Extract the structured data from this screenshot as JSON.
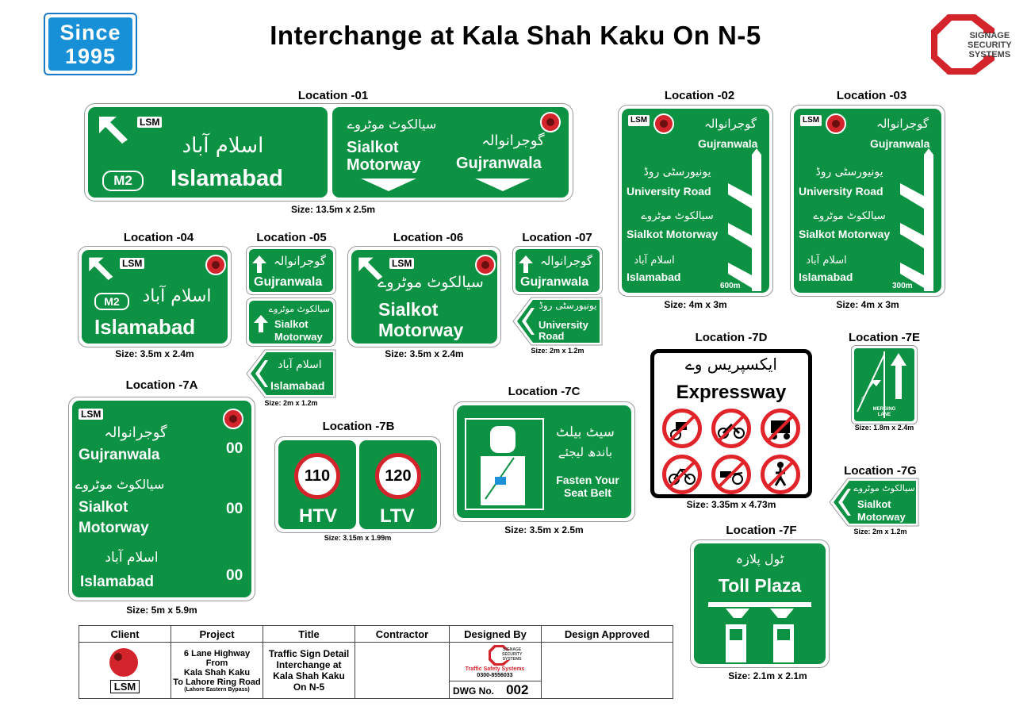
{
  "header": {
    "title": "Interchange at Kala Shah Kaku On N-5",
    "since_line1": "Since",
    "since_line2": "1995",
    "brand_lines": [
      "SIGNAGE",
      "SECURITY",
      "SYSTEMS"
    ]
  },
  "colors": {
    "sign_green": "#0d9243",
    "badge_blue": "#1790d8",
    "warn_red": "#e0242a",
    "brand_red": "#d4242b"
  },
  "signs": {
    "loc01": {
      "label": "Location -01",
      "size": "Size: 13.5m x 2.5m",
      "lsm": "LSM",
      "m2": "M2",
      "urdu_islamabad": "اسلام آباد",
      "islamabad": "Islamabad",
      "urdu_sialkot": "سیالکوٹ موٹروے",
      "sialkot": "Sialkot",
      "motorway": "Motorway",
      "urdu_gujranwala": "گوجرانوالہ",
      "gujranwala": "Gujranwala"
    },
    "loc02": {
      "label": "Location -02",
      "size": "Size: 4m x 3m",
      "lsm": "LSM",
      "urdu_gujranwala": "گوجرانوالہ",
      "gujranwala": "Gujranwala",
      "urdu_university": "یونیورسٹی روڈ",
      "university": "University Road",
      "urdu_sialkot": "سیالکوٹ موٹروے",
      "sialkot": "Sialkot Motorway",
      "urdu_islamabad": "اسلام آباد",
      "islamabad": "Islamabad",
      "distance": "600m"
    },
    "loc03": {
      "label": "Location -03",
      "size": "Size: 4m x 3m",
      "lsm": "LSM",
      "urdu_gujranwala": "گوجرانوالہ",
      "gujranwala": "Gujranwala",
      "urdu_university": "یونیورسٹی روڈ",
      "university": "University Road",
      "urdu_sialkot": "سیالکوٹ موٹروے",
      "sialkot": "Sialkot Motorway",
      "urdu_islamabad": "اسلام آباد",
      "islamabad": "Islamabad",
      "distance": "300m"
    },
    "loc04": {
      "label": "Location -04",
      "size": "Size: 3.5m x 2.4m",
      "lsm": "LSM",
      "m2": "M2",
      "urdu_islamabad": "اسلام آباد",
      "islamabad": "Islamabad"
    },
    "loc05": {
      "label": "Location -05",
      "size": "Size: 2m x 1.2m",
      "urdu_gujranwala": "گوجرانوالہ",
      "gujranwala": "Gujranwala",
      "urdu_sialkot": "سیالکوٹ موٹروے",
      "sialkot": "Sialkot",
      "motorway": "Motorway",
      "urdu_islamabad": "اسلام آباد",
      "islamabad": "Islamabad"
    },
    "loc06": {
      "label": "Location -06",
      "size": "Size: 3.5m x 2.4m",
      "lsm": "LSM",
      "urdu_sialkot": "سیالکوٹ موٹروے",
      "sialkot": "Sialkot",
      "motorway": "Motorway"
    },
    "loc07": {
      "label": "Location -07",
      "size": "Size: 2m x 1.2m",
      "urdu_gujranwala": "گوجرانوالہ",
      "gujranwala": "Gujranwala",
      "urdu_university": "یونیورسٹی روڈ",
      "university": "University",
      "road": "Road"
    },
    "loc7a": {
      "label": "Location -7A",
      "size": "Size: 5m x 5.9m",
      "lsm": "LSM",
      "urdu_gujranwala": "گوجرانوالہ",
      "gujranwala": "Gujranwala",
      "urdu_sialkot": "سیالکوٹ موٹروے",
      "sialkot": "Sialkot",
      "motorway": "Motorway",
      "urdu_islamabad": "اسلام آباد",
      "islamabad": "Islamabad",
      "d1": "00",
      "d2": "00",
      "d3": "00"
    },
    "loc7b": {
      "label": "Location -7B",
      "size": "Size: 3.15m x 1.99m",
      "limit1": "110",
      "limit2": "120",
      "type1": "HTV",
      "type2": "LTV"
    },
    "loc7c": {
      "label": "Location -7C",
      "size": "Size: 3.5m x 2.5m",
      "urdu_line1": "سیٹ بیلٹ",
      "urdu_line2": "باندھ لیجئے",
      "line1": "Fasten Your",
      "line2": "Seat Belt"
    },
    "loc7d": {
      "label": "Location -7D",
      "size": "Size: 3.35m x 4.73m",
      "urdu": "ایکسپریس وے",
      "title": "Expressway",
      "prohibited": [
        "tractor-icon",
        "motorcycle-icon",
        "rickshaw-icon",
        "bicycle-icon",
        "animal-cart-icon",
        "pedestrian-icon"
      ]
    },
    "loc7e": {
      "label": "Location -7E",
      "size": "Size: 1.8m x 2.4m",
      "line1": "MERGING",
      "line2": "LANE"
    },
    "loc7g": {
      "label": "Location -7G",
      "size": "Size: 2m x 1.2m",
      "urdu_sialkot": "سیالکوٹ موٹروے",
      "sialkot": "Sialkot",
      "motorway": "Motorway"
    },
    "loc7f": {
      "label": "Location -7F",
      "size": "Size: 2.1m x 2.1m",
      "urdu": "ٹول پلازہ",
      "title": "Toll Plaza"
    }
  },
  "title_block": {
    "headers": [
      "Client",
      "Project",
      "Title",
      "Contractor",
      "Designed By",
      "Design Approved"
    ],
    "client": "LSM",
    "project_lines": [
      "6 Lane Highway",
      "From",
      "Kala Shah Kaku",
      "To Lahore Ring Road"
    ],
    "project_note": "(Lahore Eastern Bypass)",
    "title_lines": [
      "Traffic Sign Detail",
      "Interchange at",
      "Kala Shah Kaku",
      "On N-5"
    ],
    "designer_brand": [
      "SIGNAGE",
      "SECURITY",
      "SYSTEMS"
    ],
    "designer_name": "Traffic Safety Systems",
    "designer_phone": "0300-8556033",
    "dwg_label": "DWG No.",
    "dwg_no": "002"
  }
}
